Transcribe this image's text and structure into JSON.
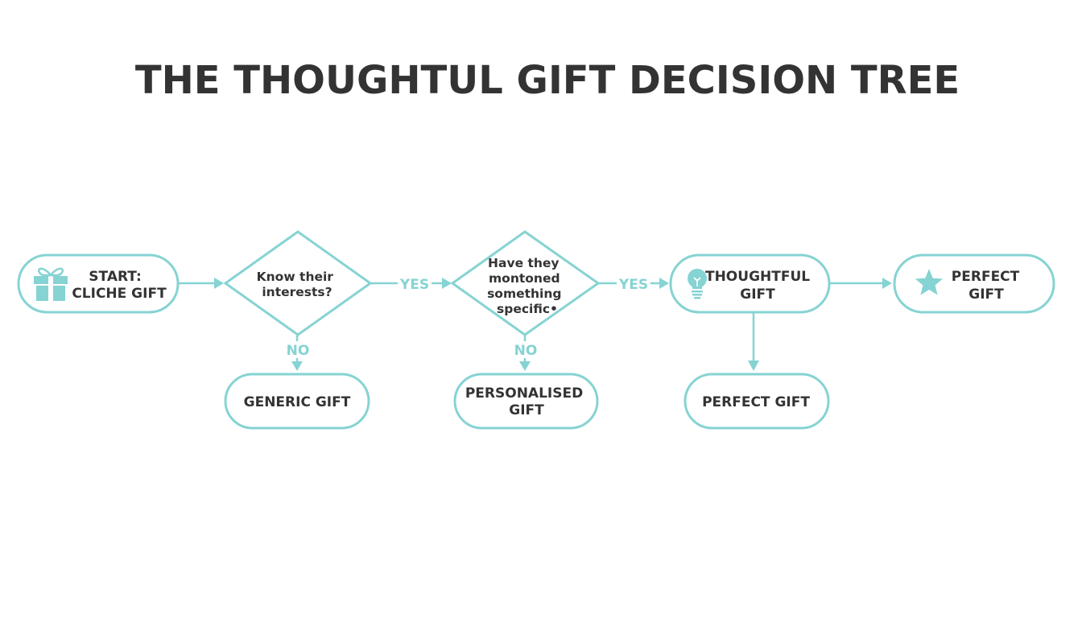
{
  "title": "THE THOUGHTUL GIFT DECISION TREE",
  "colors": {
    "accent": "#86d3d3",
    "text": "#333333",
    "background": "#ffffff"
  },
  "nodes": {
    "start": {
      "lines": [
        "START:",
        "CLICHE GIFT"
      ],
      "icon": "gift-icon"
    },
    "q1": {
      "lines": [
        "Know their",
        "interests?"
      ]
    },
    "q2": {
      "lines": [
        "Have they",
        "montoned",
        "something",
        "specific•"
      ]
    },
    "thoughtful": {
      "lines": [
        "THOUGHTFUL",
        "GIFT"
      ],
      "icon": "lightbulb-icon"
    },
    "perfect_right": {
      "lines": [
        "PERFECT",
        "GIFT"
      ],
      "icon": "star-icon"
    },
    "generic": {
      "lines": [
        "GENERIC GIFT"
      ]
    },
    "personalised": {
      "lines": [
        "PERSONALISED",
        "GIFT"
      ]
    },
    "perfect_bottom": {
      "lines": [
        "PERFECT GIFT"
      ]
    }
  },
  "edges": {
    "q1_yes": "YES",
    "q2_yes": "YES",
    "q1_no": "NO",
    "q2_no": "NO"
  }
}
